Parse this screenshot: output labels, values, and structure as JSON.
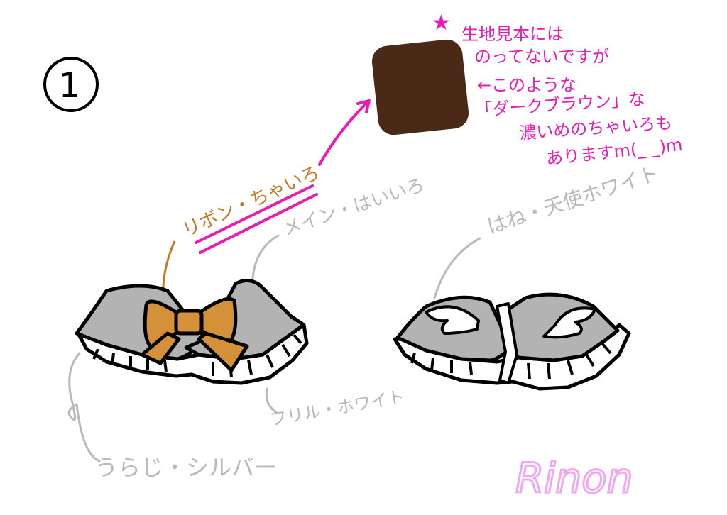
{
  "step_number": "1",
  "labels": {
    "ribbon": "リボン・ちゃいろ",
    "main": "メイン・はいいろ",
    "frill": "フリル・ホワイト",
    "lining": "うらじ・シルバー",
    "wings": "はね・天使ホワイト"
  },
  "note_star": "★",
  "note_lines": [
    "生地見本には",
    "のってないですが",
    "←このような",
    "「ダークブラウン」な",
    "濃いめのちゃいろも",
    "ありますm(_ _)m"
  ],
  "signature": "Rinon",
  "colors": {
    "brown_sample": "#4a2a17",
    "ribbon": "#d4913a",
    "collar_gray": "#b3b3b3",
    "pink": "#e81cb2",
    "label_gray": "#b9b9b9",
    "ribbon_label": "#c07a2a",
    "signature_glow": "#f2a6f0"
  }
}
